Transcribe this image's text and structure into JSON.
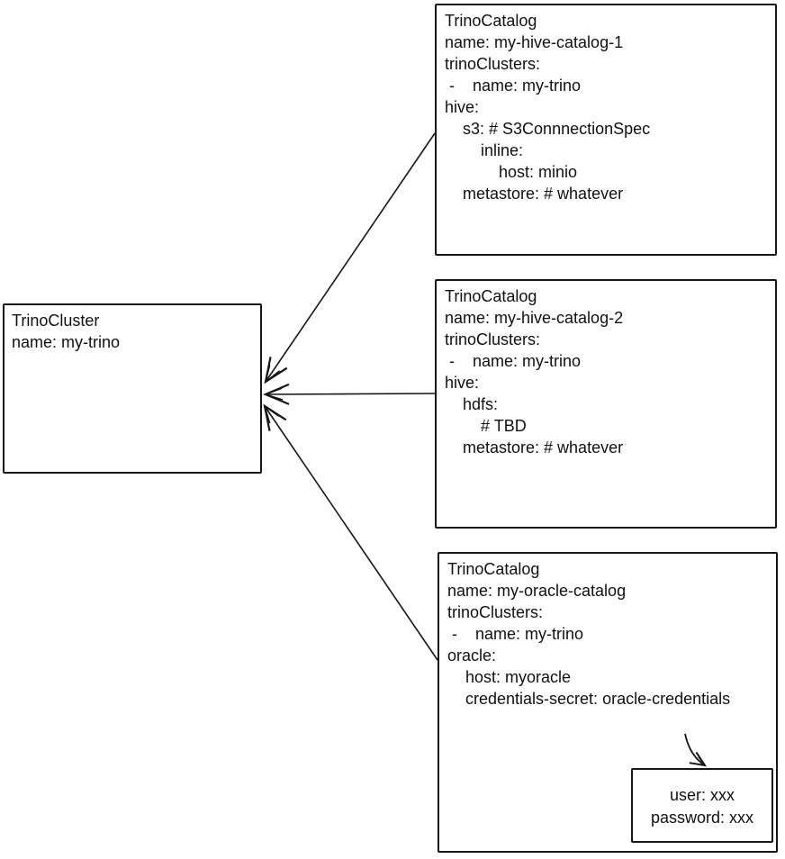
{
  "colors": {
    "ink": "#111111",
    "background": "#ffffff"
  },
  "cluster_box": {
    "lines": [
      "TrinoCluster",
      "name: my-trino"
    ]
  },
  "catalog_boxes": [
    {
      "lines": [
        "TrinoCatalog",
        "name: my-hive-catalog-1",
        "trinoClusters:",
        " -    name: my-trino",
        "hive:",
        "    s3: # S3ConnnectionSpec",
        "        inline:",
        "            host: minio",
        "    metastore: # whatever"
      ]
    },
    {
      "lines": [
        "TrinoCatalog",
        "name: my-hive-catalog-2",
        "trinoClusters:",
        " -    name: my-trino",
        "hive:",
        "    hdfs:",
        "        # TBD",
        "    metastore: # whatever"
      ]
    },
    {
      "lines": [
        "TrinoCatalog",
        "name: my-oracle-catalog",
        "trinoClusters:",
        " -    name: my-trino",
        "oracle:",
        "    host: myoracle",
        "    credentials-secret: oracle-credentials"
      ]
    }
  ],
  "credentials_box": {
    "lines": [
      "user: xxx",
      "password: xxx"
    ]
  }
}
